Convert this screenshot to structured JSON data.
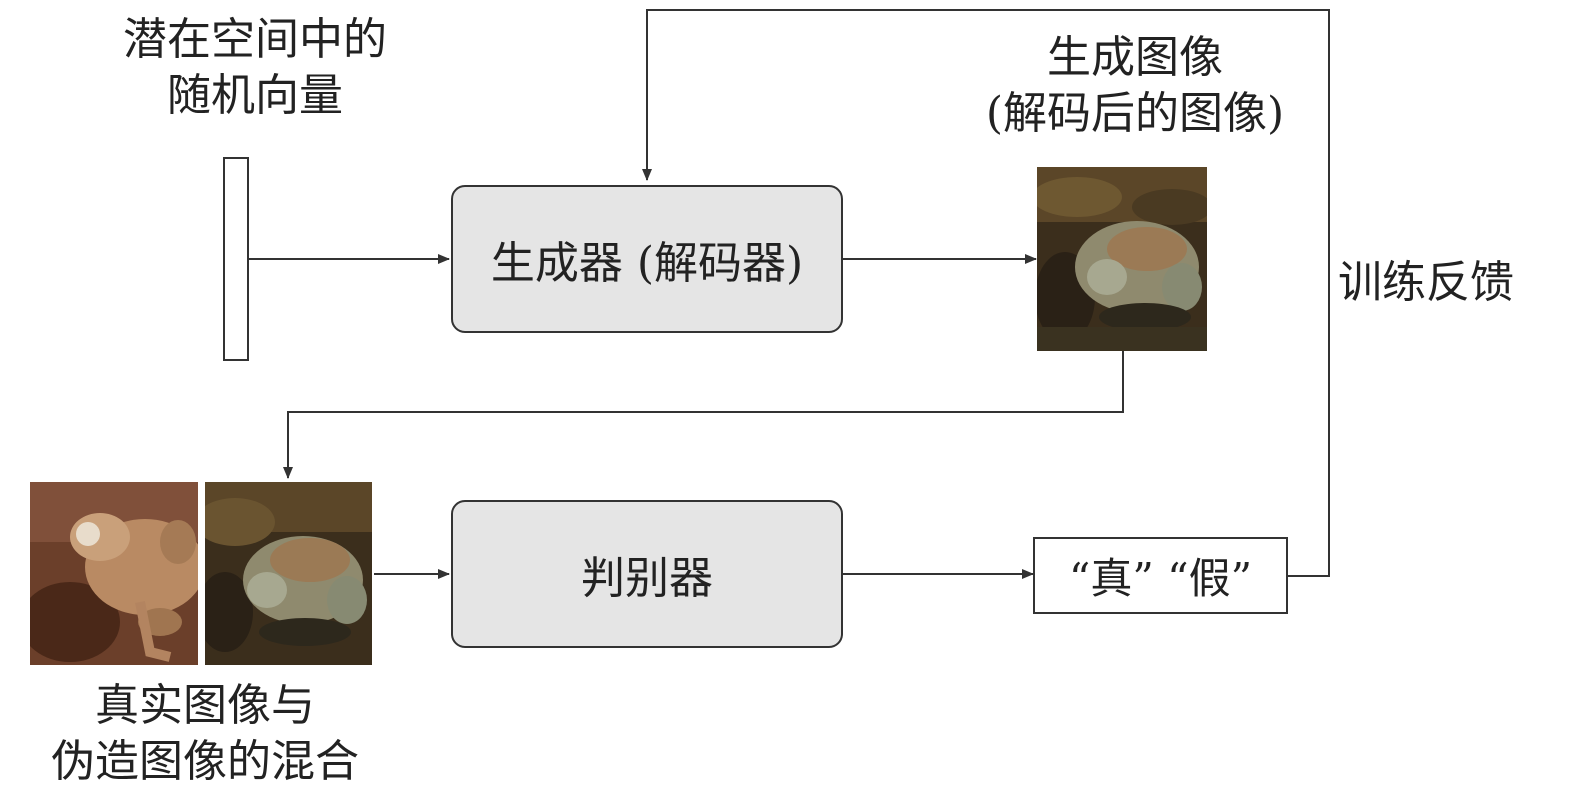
{
  "labels": {
    "latent_line1": "潜在空间中的",
    "latent_line2": "随机向量",
    "generated_line1": "生成图像",
    "generated_line2": "(解码后的图像)",
    "feedback": "训练反馈",
    "mix_line1": "真实图像与",
    "mix_line2": "伪造图像的混合"
  },
  "boxes": {
    "generator": "生成器 (解码器)",
    "discriminator": "判别器",
    "output": "“真” “假”"
  },
  "colors": {
    "box_fill": "#e5e5e5",
    "stroke": "#333333",
    "text": "#222222"
  }
}
